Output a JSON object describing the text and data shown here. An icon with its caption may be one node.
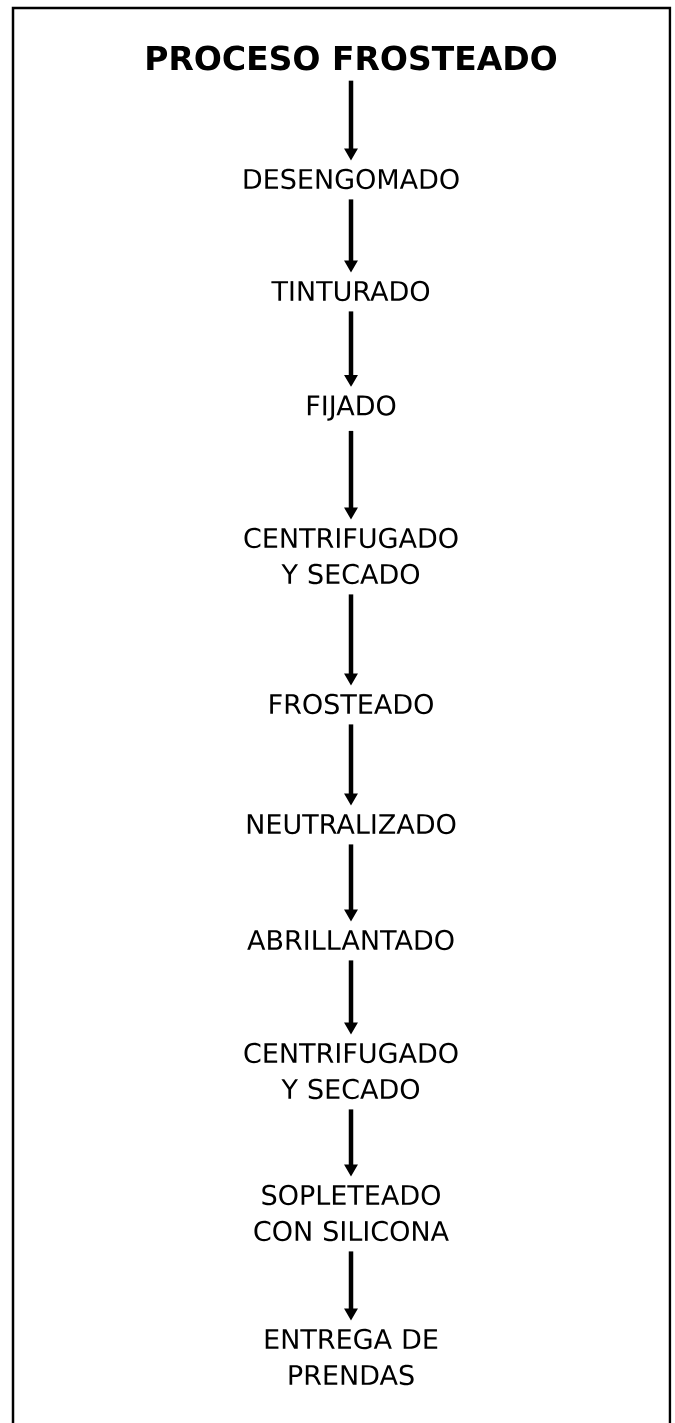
{
  "diagram": {
    "nodes": [
      {
        "text": [
          "PROCESO FROSTEADO"
        ]
      },
      {
        "text": [
          "DESENGOMADO"
        ]
      },
      {
        "text": [
          "TINTURADO"
        ]
      },
      {
        "text": [
          "FIJADO"
        ]
      },
      {
        "text": [
          "CENTRIFUGADO Y SECADO"
        ]
      },
      {
        "text": [
          "FROSTEADO"
        ]
      },
      {
        "text": [
          "NEUTRALIZADO"
        ]
      },
      {
        "text": [
          "ABRILLANTADO"
        ]
      },
      {
        "text": [
          "CENTRIFUGADO Y SECADO"
        ]
      },
      {
        "text": [
          "SOPLETEADO CON SILICONA"
        ]
      },
      {
        "text": [
          "ENTREGA DE PRENDAS"
        ]
      }
    ],
    "edges": [
      {
        "from": 0,
        "to": 1,
        "arrow": "to"
      },
      {
        "from": 1,
        "to": 2,
        "arrow": "to"
      },
      {
        "from": 2,
        "to": 3,
        "arrow": "to"
      },
      {
        "from": 3,
        "to": 4,
        "arrow": "to"
      },
      {
        "from": 4,
        "to": 5,
        "arrow": "to"
      },
      {
        "from": 5,
        "to": 6,
        "arrow": "to"
      },
      {
        "from": 6,
        "to": 7,
        "arrow": "to"
      },
      {
        "from": 7,
        "to": 8,
        "arrow": "to"
      },
      {
        "from": 8,
        "to": 9,
        "arrow": "to"
      },
      {
        "from": 9,
        "to": 10,
        "arrow": "to"
      }
    ]
  }
}
